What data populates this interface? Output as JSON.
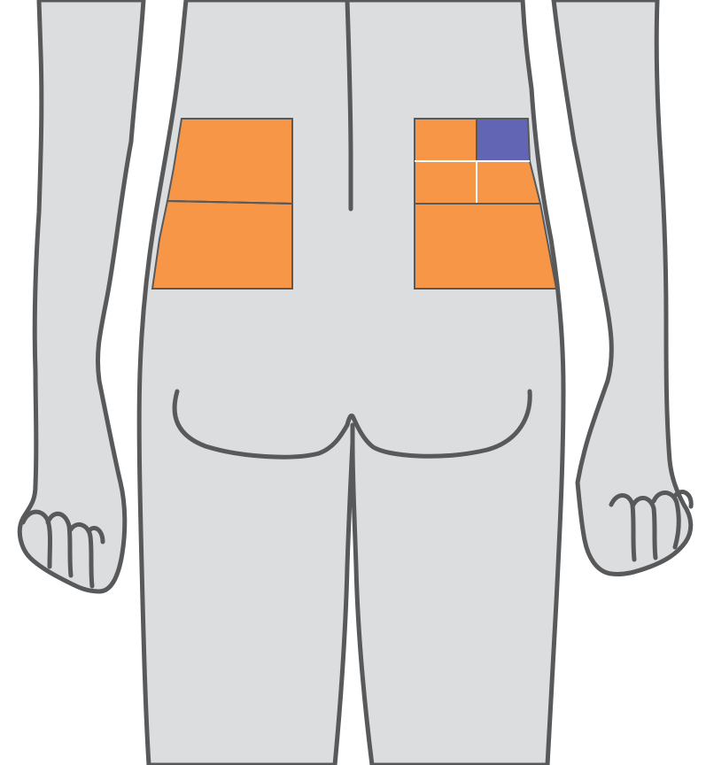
{
  "colors": {
    "skin": "#dcdddf",
    "outline": "#58595b",
    "zone_fill": "#f79646",
    "zone_highlight": "#6265b3",
    "background": "#ffffff"
  },
  "figure": {
    "subject": "human-back-view",
    "regions": [
      {
        "id": "left-upper-back-zone",
        "state": "default"
      },
      {
        "id": "left-lower-back-zone",
        "state": "default"
      },
      {
        "id": "right-upper-outer-quadrant",
        "state": "highlighted"
      },
      {
        "id": "right-upper-inner-quadrant",
        "state": "default"
      },
      {
        "id": "right-middle-inner-quadrant",
        "state": "default"
      },
      {
        "id": "right-middle-outer-quadrant",
        "state": "default"
      },
      {
        "id": "right-lower-back-zone",
        "state": "default"
      }
    ]
  }
}
